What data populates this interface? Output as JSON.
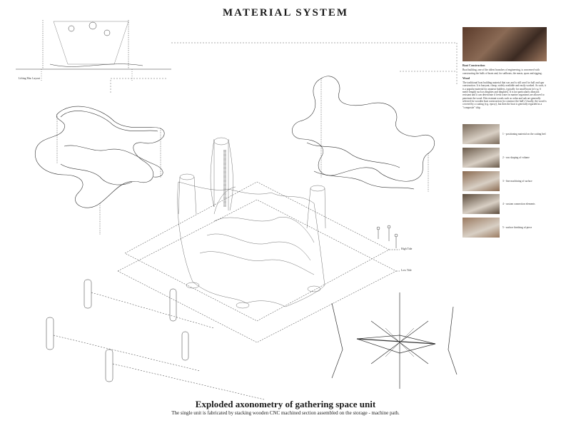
{
  "title": "MATERIAL SYSTEM",
  "elevation_label": "Lifting Mac Layout",
  "sidebar": {
    "heading": "Boat Construction",
    "intro": "Boat building, one of the oldest branches of engineering, is concerned with constructing the hulls of boats and, for sailboats, the masts, spars and rigging.",
    "wood_heading": "Wood",
    "wood_text": "The traditional boat building material that was and is still used for hull and spar construction. It is buoyant, cheap, widely available and easily worked. As such, it is a popular material for amateur builders, typically for small boats (of e.g. 6 meter length) such as dinghies and dinghies). It is not particularly abrasion resistant and it can deteriorate if fresh water in marine organisms are allowed to penetrate the wood. Hot resistant woods such as cedar and oak are generally selected for wooden boat construction (to construct the hull). Usually, the wood is covered by a coating (e.g. epoxy), but then the boat is generally regarded as a \"composite\" ship.",
    "steps": [
      {
        "label": "1 - positioning material on the cutting bed",
        "color": "#7a6a5a"
      },
      {
        "label": "2 - raw shaping of volume",
        "color": "#6a5a4a"
      },
      {
        "label": "3 - fine machining of surface",
        "color": "#8a6a50"
      },
      {
        "label": "4 - custom connection elements",
        "color": "#5a4a3a"
      },
      {
        "label": "5 - surface finishing of piece",
        "color": "#9a7a60"
      }
    ]
  },
  "labels": {
    "high_tide": "High Tide",
    "low_tide": "Low Tide"
  },
  "caption": "Exploded axonometry of gathering space unit",
  "subcaption": "The single unit is fabricated by stacking wooden CNC machined section assembled on the storage - machine path."
}
